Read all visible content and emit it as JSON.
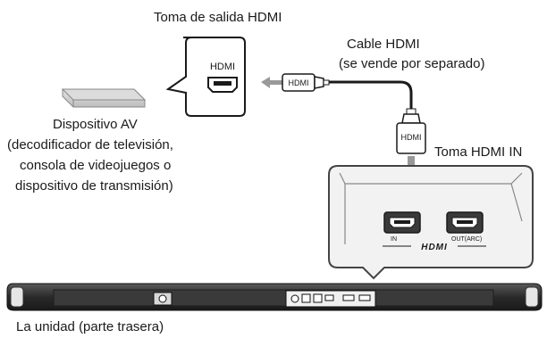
{
  "labels": {
    "hdmi_output_jack": "Toma de salida HDMI",
    "hdmi_cable_line1": "Cable HDMI",
    "hdmi_cable_line2": "(se vende por separado)",
    "av_device_line1": "Dispositivo AV",
    "av_device_line2": "(decodificador de televisión,",
    "av_device_line3": "consola de videojuegos o",
    "av_device_line4": "dispositivo de transmisión)",
    "hdmi_in_jack": "Toma HDMI IN",
    "unit_rear": "La unidad (parte trasera)"
  },
  "connector_labels": {
    "device_port": "HDMI",
    "plug_left": "HDMI",
    "plug_down": "HDMI",
    "port_in": "IN",
    "port_out": "OUT(ARC)",
    "logo": "HDMI"
  },
  "colors": {
    "arrow": "#999999",
    "panel_bg": "#f0f0f0",
    "panel_border": "#555555",
    "bar_dark": "#2e2e2e"
  }
}
